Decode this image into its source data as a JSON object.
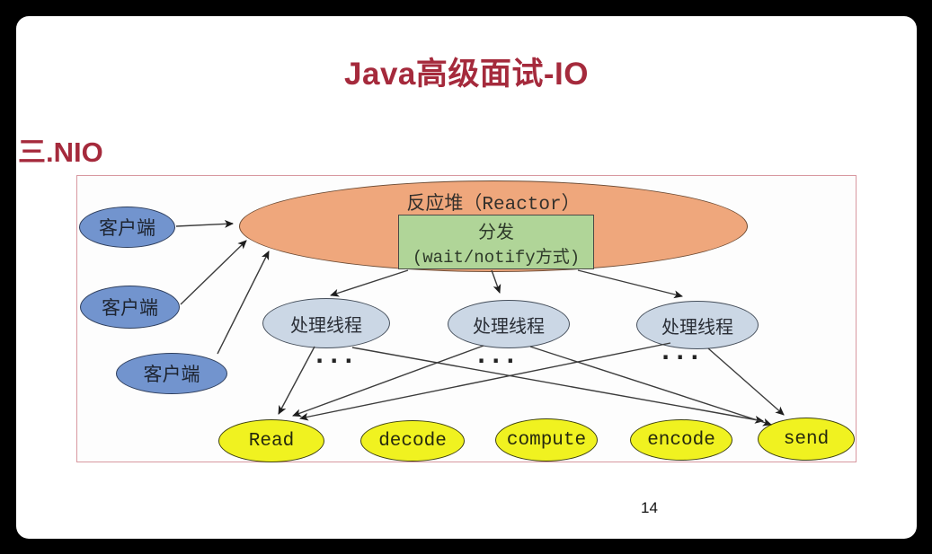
{
  "page": {
    "title": "Java高级面试-IO",
    "section_heading": "三.NIO",
    "page_number": "14"
  },
  "diagram": {
    "reactor": {
      "label": "反应堆（Reactor）"
    },
    "dispatch": {
      "line1": "分发",
      "line2": "(wait/notify方式)"
    },
    "clients": [
      {
        "label": "客户端"
      },
      {
        "label": "客户端"
      },
      {
        "label": "客户端"
      }
    ],
    "threads": [
      {
        "label": "处理线程",
        "ellipsis": "···"
      },
      {
        "label": "处理线程",
        "ellipsis": "···"
      },
      {
        "label": "处理线程",
        "ellipsis": "···"
      }
    ],
    "handlers": [
      {
        "label": "Read"
      },
      {
        "label": "decode"
      },
      {
        "label": "compute"
      },
      {
        "label": "encode"
      },
      {
        "label": "send"
      }
    ],
    "colors": {
      "accent_red": "#A52A3C",
      "reactor_fill": "#EFA77C",
      "dispatch_fill": "#B0D598",
      "client_fill": "#7294CE",
      "thread_fill": "#CBD7E5",
      "handler_fill": "#F0F220",
      "diagram_border": "#D898A0",
      "arrow_color": "#3c3c3c",
      "slide_background": "#FFFFFF",
      "outer_background": "#000000"
    }
  }
}
